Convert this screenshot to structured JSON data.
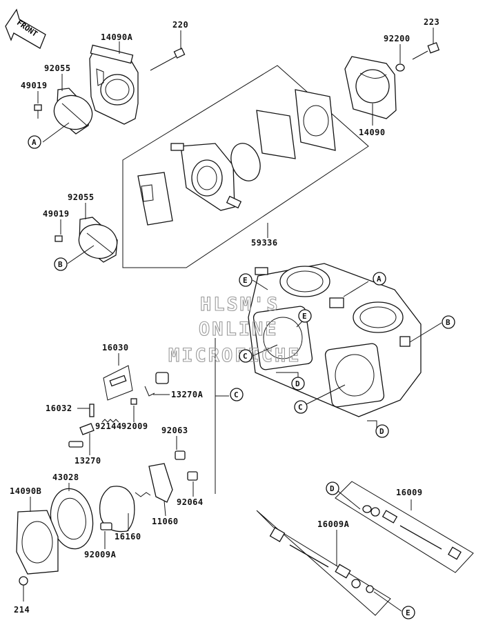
{
  "orientation": {
    "label": "FRONT"
  },
  "watermark": [
    "HLSM'S",
    "ONLINE",
    "MICROFICHE"
  ],
  "parts": {
    "p220": "220",
    "p223": "223",
    "p14090A": "14090A",
    "p14090": "14090",
    "p92200": "92200",
    "p92055_top": "92055",
    "p49019_top": "49019",
    "p92055_mid": "92055",
    "p49019_mid": "49019",
    "p59336": "59336",
    "p16030": "16030",
    "p16032": "16032",
    "p13270A": "13270A",
    "p92009": "92009",
    "p92144": "92144",
    "p13270": "13270",
    "p92063": "92063",
    "p92064": "92064",
    "p43028": "43028",
    "p14090B": "14090B",
    "p16160": "16160",
    "p11060": "11060",
    "p92009A": "92009A",
    "p214": "214",
    "p16009": "16009",
    "p16009A": "16009A"
  },
  "refs": {
    "A": "A",
    "B": "B",
    "C": "C",
    "D": "D",
    "E": "E"
  },
  "colors": {
    "line": "#111111",
    "watermark": "#9a9a9a",
    "background": "#ffffff"
  }
}
